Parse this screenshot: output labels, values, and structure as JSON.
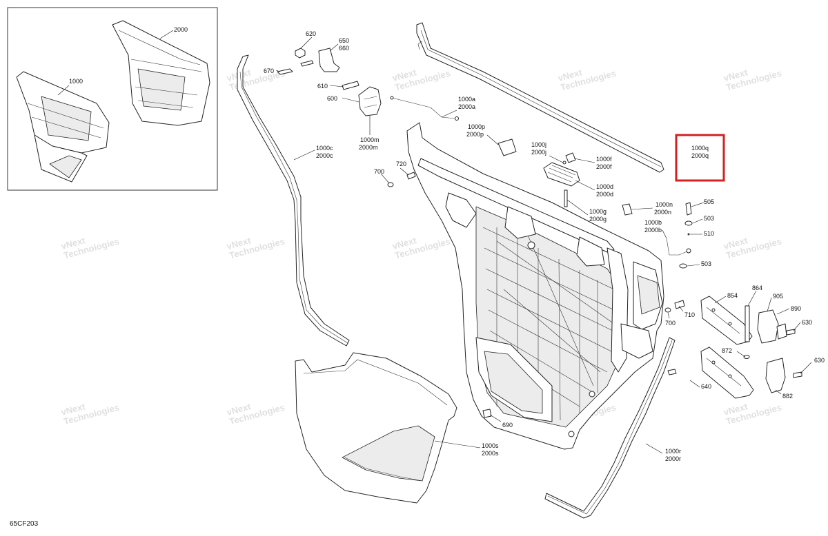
{
  "diagram_code": "65CF203",
  "watermark": {
    "line1": "vNext",
    "line2": "Technologies"
  },
  "highlight_color": "#d32020",
  "inset_labels": [
    "2000",
    "1000"
  ],
  "callouts": {
    "p620": "620",
    "p650": "650",
    "p660": "660",
    "p670": "670",
    "p610": "610",
    "p600": "600",
    "p1000a": "1000a",
    "p2000a": "2000a",
    "p1000m": "1000m",
    "p2000m": "2000m",
    "p1000c": "1000c",
    "p2000c": "2000c",
    "p1000p": "1000p",
    "p2000p": "2000p",
    "p1000j": "1000j",
    "p2000j": "2000j",
    "p1000f": "1000f",
    "p2000f": "2000f",
    "p1000d": "1000d",
    "p2000d": "2000d",
    "p1000g": "1000g",
    "p2000g": "2000g",
    "p1000n": "1000n",
    "p2000n": "2000n",
    "p1000b": "1000b",
    "p2000b": "2000b",
    "p1000q": "1000q",
    "p2000q": "2000q",
    "p700a": "700",
    "p720": "720",
    "p505": "505",
    "p503a": "503",
    "p510": "510",
    "p503b": "503",
    "p700b": "700",
    "p710": "710",
    "p854": "854",
    "p864": "864",
    "p905": "905",
    "p890": "890",
    "p630a": "630",
    "p872": "872",
    "p630b": "630",
    "p640": "640",
    "p882": "882",
    "p690": "690",
    "p1000s": "1000s",
    "p2000s": "2000s",
    "p1000r": "1000r",
    "p2000r": "2000r"
  }
}
